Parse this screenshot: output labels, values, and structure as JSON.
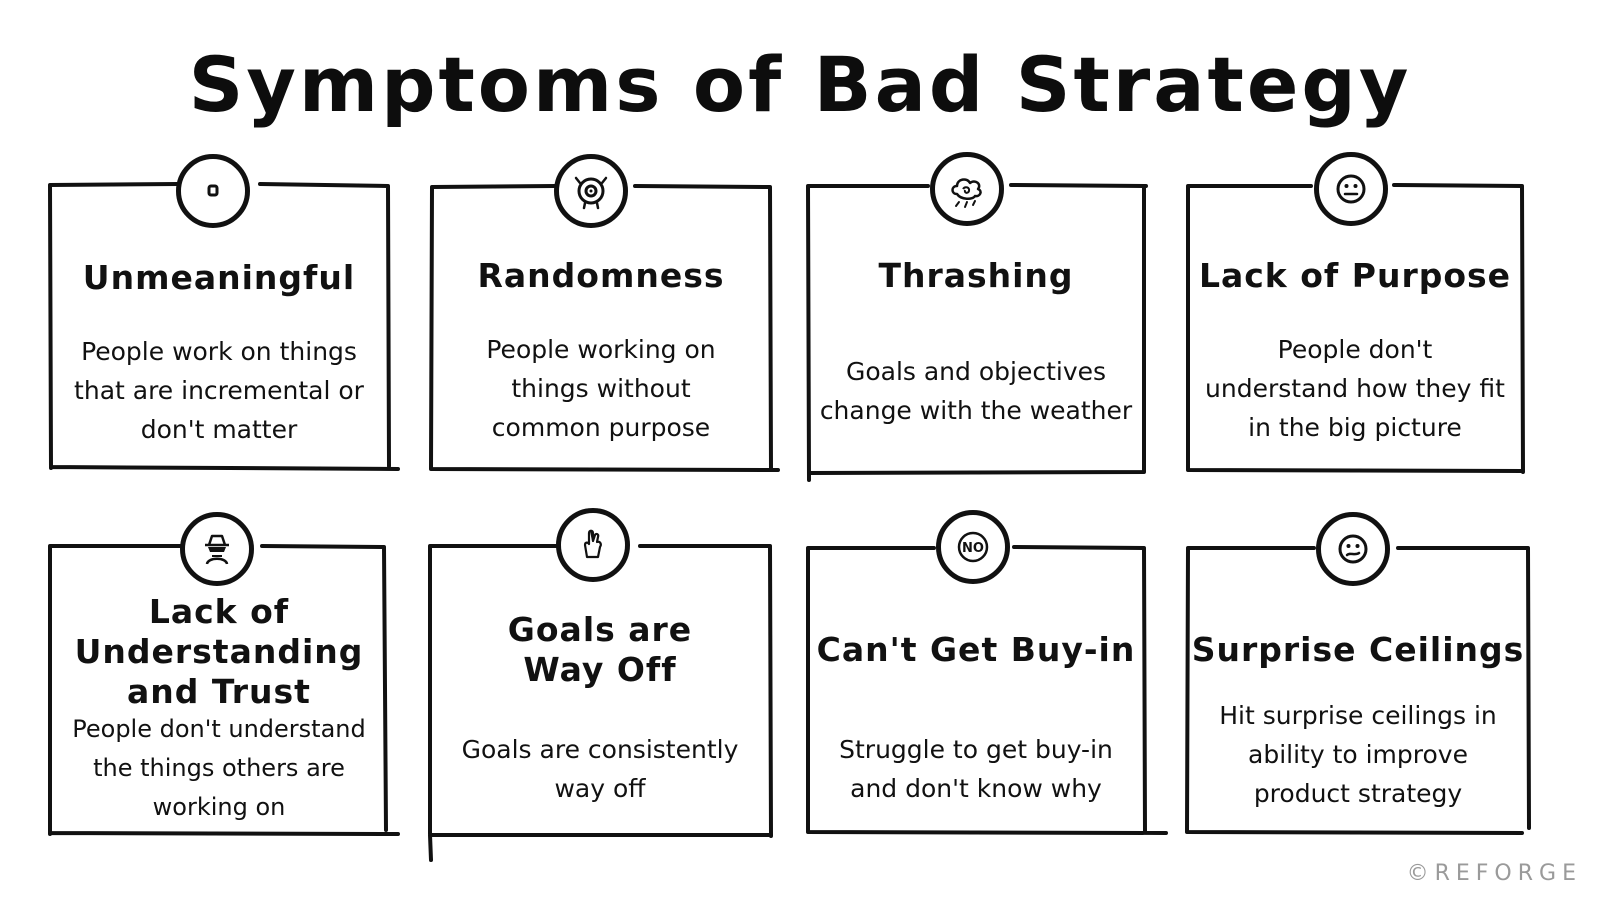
{
  "title": "Symptoms of Bad Strategy",
  "cards": [
    {
      "title": "Unmeaningful",
      "description": "People work on things\nthat are incremental or\ndon't matter",
      "icon": "dot-icon"
    },
    {
      "title": "Randomness",
      "description": "People working on\nthings without\ncommon purpose",
      "icon": "eye-monster-icon"
    },
    {
      "title": "Thrashing",
      "description": "Goals and objectives\nchange with the weather",
      "icon": "storm-cloud-icon"
    },
    {
      "title": "Lack of Purpose",
      "description": "People don't\nunderstand how they fit\nin the big picture",
      "icon": "neutral-face-icon"
    },
    {
      "title": "Lack of\nUnderstanding\nand Trust",
      "description": "People don't understand\nthe things others are\nworking on",
      "icon": "spy-icon"
    },
    {
      "title": "Goals are\nWay Off",
      "description": "Goals are consistently\nway off",
      "icon": "crossed-fingers-icon"
    },
    {
      "title": "Can't Get Buy-in",
      "description": "Struggle to get buy-in\nand don't know why",
      "icon": "no-sign-icon"
    },
    {
      "title": "Surprise Ceilings",
      "description": "Hit surprise ceilings in\nability to improve\nproduct strategy",
      "icon": "confused-face-icon"
    }
  ],
  "credit": "©REFORGE"
}
